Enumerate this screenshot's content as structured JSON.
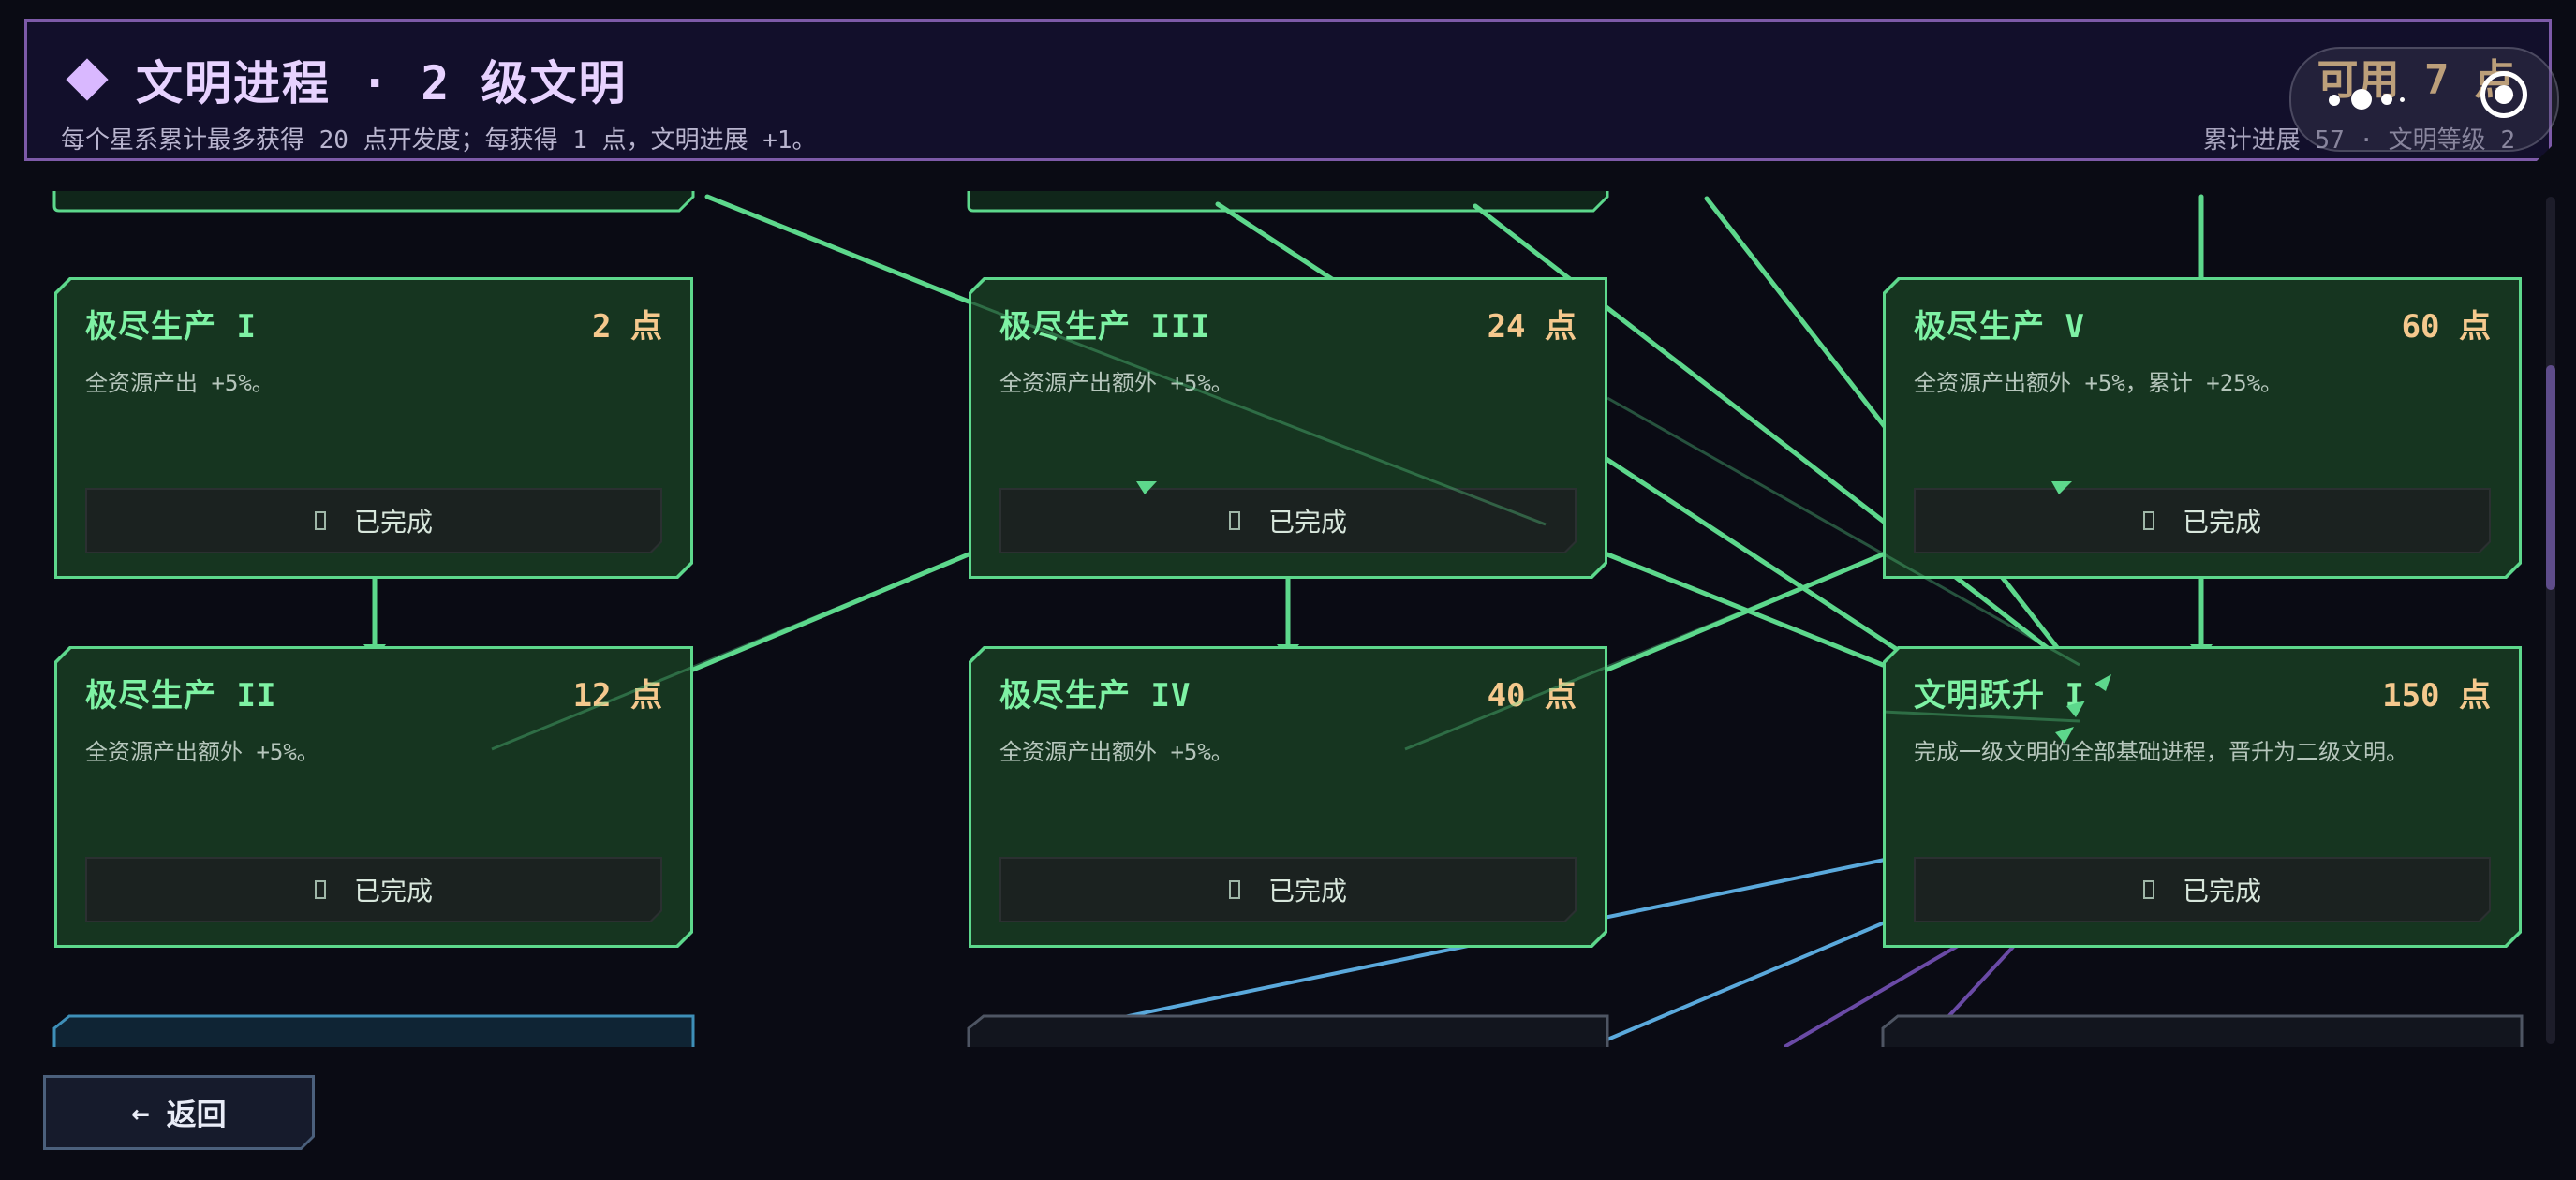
{
  "header": {
    "title": "文明进程 · 2 级文明",
    "subtitle": "每个星系累计最多获得 20 点开发度；每获得 1 点，文明进展 +1。",
    "points_available": "可用 7 点",
    "progress_text": "累计进展 57 · 文明等级 2"
  },
  "colors": {
    "accent_purple": "#7d5aa8",
    "node_complete_green": "#5dd88c",
    "node_blue": "#3e8fb8",
    "cost_gold": "#f5c88d",
    "edge_blue": "#5aa9dc",
    "edge_purple": "#6a4aa6"
  },
  "nodes": [
    {
      "name": "极尽生产 I",
      "cost": "2 点",
      "desc": "全资源产出 +5%。",
      "status": "已完成",
      "state": "complete"
    },
    {
      "name": "极尽生产 III",
      "cost": "24 点",
      "desc": "全资源产出额外 +5%。",
      "status": "已完成",
      "state": "complete"
    },
    {
      "name": "极尽生产 V",
      "cost": "60 点",
      "desc": "全资源产出额外 +5%，累计 +25%。",
      "status": "已完成",
      "state": "complete"
    },
    {
      "name": "极尽生产 II",
      "cost": "12 点",
      "desc": "全资源产出额外 +5%。",
      "status": "已完成",
      "state": "complete"
    },
    {
      "name": "极尽生产 IV",
      "cost": "40 点",
      "desc": "全资源产出额外 +5%。",
      "status": "已完成",
      "state": "complete"
    },
    {
      "name": "文明跃升 I",
      "cost": "150 点",
      "desc": "完成一级文明的全部基础进程，晋升为二级文明。",
      "status": "已完成",
      "state": "complete"
    }
  ],
  "back_button": {
    "label": "返回",
    "icon": "left-arrow-icon"
  }
}
